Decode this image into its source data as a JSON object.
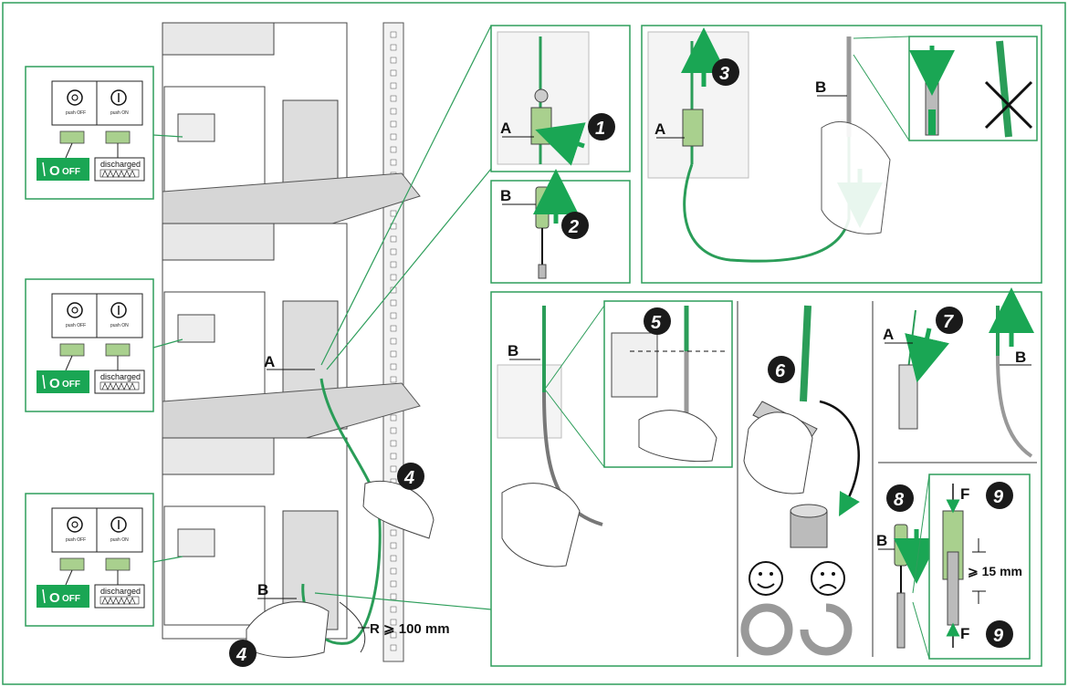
{
  "colors": {
    "frame": "#2e9e5b",
    "accent_green": "#1aa654",
    "cable_green": "#2a9d58",
    "light_green": "#a9d08e",
    "gray": "#d9d9d9",
    "step_badge": "#1a1a1a"
  },
  "status_panels": [
    {
      "push_off": "push OFF",
      "push_on": "push ON",
      "off_label": "O",
      "off_text": "OFF",
      "discharged": "discharged"
    },
    {
      "push_off": "push OFF",
      "push_on": "push ON",
      "off_label": "O",
      "off_text": "OFF",
      "discharged": "discharged"
    },
    {
      "push_off": "push OFF",
      "push_on": "push ON",
      "off_label": "O",
      "off_text": "OFF",
      "discharged": "discharged"
    }
  ],
  "labels": {
    "a": "A",
    "b": "B",
    "f": "F",
    "radius": "R ⩾ 100 mm",
    "length": "⩾ 15 mm"
  },
  "steps": {
    "s1": "1",
    "s2": "2",
    "s3": "3",
    "s4": "4",
    "s5": "5",
    "s6": "6",
    "s7": "7",
    "s8": "8",
    "s9": "9"
  },
  "icons": [
    "happy-face-icon",
    "sad-face-icon",
    "arrow-up-icon",
    "arrow-down-icon",
    "cross-icon"
  ]
}
